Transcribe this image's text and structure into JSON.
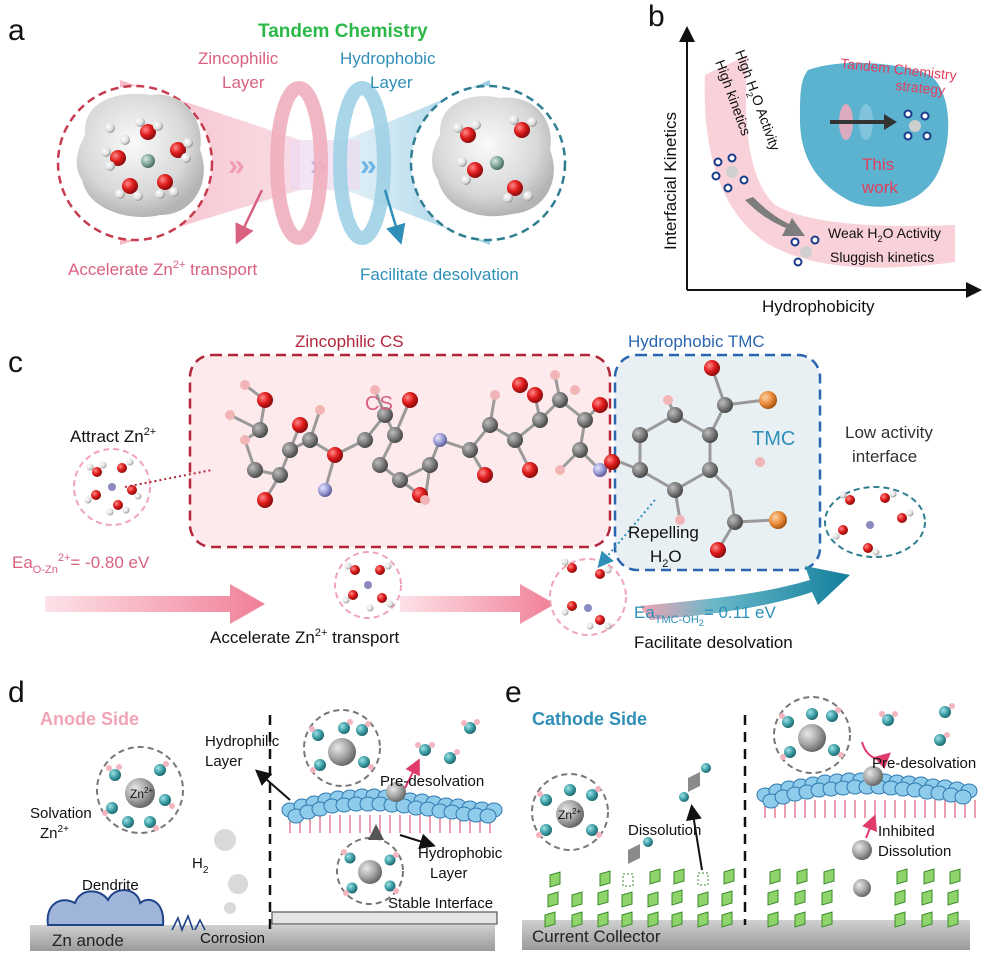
{
  "panel_labels": {
    "a": "a",
    "b": "b",
    "c": "c",
    "d": "d",
    "e": "e"
  },
  "a": {
    "title": "Tandem Chemistry",
    "zincophilic_layer": [
      "Zincophilic",
      "Layer"
    ],
    "hydrophobic_layer": [
      "Hydrophobic",
      "Layer"
    ],
    "accelerate": {
      "pre": "Accelerate Zn",
      "sup": "2+",
      "post": " transport"
    },
    "facilitate": "Facilitate desolvation"
  },
  "b": {
    "ylabel": "Interfacial Kinetics",
    "xlabel": "Hydrophobicity",
    "high_h2o": {
      "pre": "High H",
      "sub": "2",
      "post": "O Activity"
    },
    "high_kinetics": "High kinetics",
    "weak_h2o": {
      "pre": "Weak H",
      "sub": "2",
      "post": "O Activity"
    },
    "sluggish": "Sluggish kinetics",
    "tandem_strategy": [
      "Tandem Chemistry",
      "strategy"
    ],
    "this_work": [
      "This",
      "work"
    ]
  },
  "c": {
    "zincophilic_cs": "Zincophilic CS",
    "hydrophobic_tmc": "Hydrophobic TMC",
    "cs": "CS",
    "tmc": "TMC",
    "attract": {
      "pre": "Attract Zn",
      "sup": "2+"
    },
    "ea_ozn": {
      "pre": "Ea",
      "sub": "O-Zn",
      "sup": "2+",
      "post": "= -0.80 eV"
    },
    "accelerate": {
      "pre": "Accelerate Zn",
      "sup": "2+",
      "post": " transport"
    },
    "repelling": [
      "Repelling",
      "H"
    ],
    "repelling_sub": "2",
    "repelling_post": "O",
    "ea_tmc": {
      "pre": "Ea",
      "sub": "TMC-OH",
      "sub2": "2",
      "post": "= 0.11 eV"
    },
    "facilitate": "Facilitate desolvation",
    "low_activity": [
      "Low activity",
      "interface"
    ]
  },
  "d": {
    "title": "Anode Side",
    "solvation": [
      "Solvation",
      "Zn"
    ],
    "solvation_sup": "2+",
    "zn_ion": "Zn",
    "zn_sup": "2+",
    "hydrophilic": [
      "Hydrophilic",
      "Layer"
    ],
    "pre_desolvation": "Pre-desolvation",
    "hydrophobic": [
      "Hydrophobic",
      "Layer"
    ],
    "h2": "H",
    "h2_sub": "2",
    "dendrite": "Dendrite",
    "zn_anode": "Zn anode",
    "corrosion": "Corrosion",
    "stable": "Stable Interface"
  },
  "e": {
    "title": "Cathode Side",
    "zn_ion": "Zn",
    "zn_sup": "2+",
    "dissolution": "Dissolution",
    "pre_desolvation": "Pre-desolvation",
    "inhibited": [
      "Inhibited",
      "Dissolution"
    ],
    "current_collector": "Current Collector"
  },
  "colors": {
    "pink": "#d9607f",
    "blue": "#2f8fb8",
    "green": "#2db84a",
    "red_dash": "#b3263a",
    "blue_dash": "#2a65b0",
    "sphere": "#3e9ea6",
    "grey": "#8a8a8a"
  }
}
